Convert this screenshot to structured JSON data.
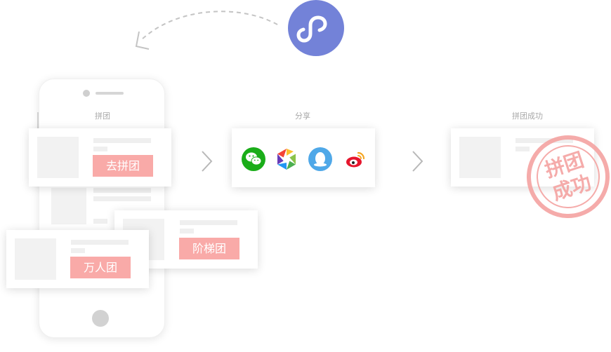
{
  "steps": {
    "group_label": "拼团",
    "share_label": "分享",
    "success_label": "拼团成功"
  },
  "tags": {
    "join_group": "去拼团",
    "tiered_group": "阶梯团",
    "mass_group": "万人团"
  },
  "share_icons": [
    "wechat-icon",
    "moments-icon",
    "qq-icon",
    "weibo-icon"
  ],
  "stamp": {
    "line1": "拼团",
    "line2": "成功"
  },
  "colors": {
    "accent_pink": "#f9aaa8",
    "logo_blue": "#7382d8",
    "wechat_green": "#1aad19",
    "qq_blue": "#4fa8e8",
    "weibo_red": "#e6162d"
  }
}
